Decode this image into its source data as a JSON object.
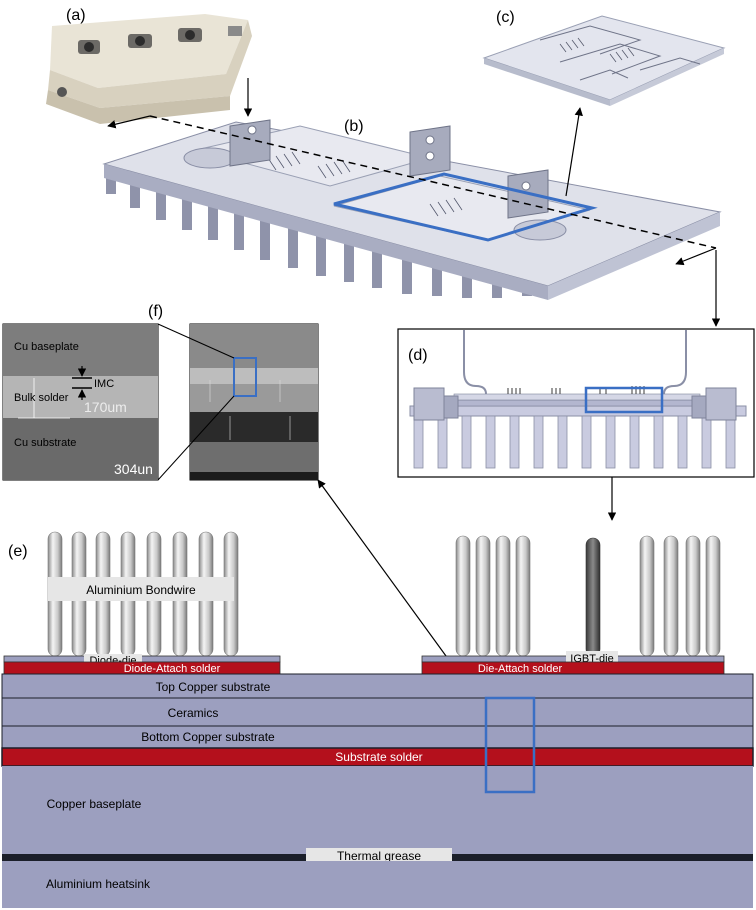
{
  "panels": {
    "a": "(a)",
    "b": "(b)",
    "c": "(c)",
    "d": "(d)",
    "e": "(e)",
    "f": "(f)"
  },
  "sem_closeup": {
    "cu_baseplate": "Cu baseplate",
    "imc": "IMC",
    "bulk_solder": "Bulk solder",
    "cu_substrate": "Cu substrate",
    "thickness_reading": "170um",
    "scale_reading": "304un"
  },
  "layers": {
    "bondwire": "Aluminium Bondwire",
    "diode_die": "Diode-die",
    "igbt_die": "IGBT-die",
    "diode_attach": "Diode-Attach solder",
    "die_attach": "Die-Attach solder",
    "top_copper": "Top Copper substrate",
    "ceramics": "Ceramics",
    "bottom_copper": "Bottom Copper substrate",
    "substrate_solder": "Substrate solder",
    "copper_baseplate": "Copper baseplate",
    "thermal_grease": "Thermal grease",
    "heatsink": "Aluminium heatsink"
  },
  "colors": {
    "layer_fill": "#9c9fbf",
    "solder_red": "#b4101c",
    "highlight_blue": "#3a6fc4",
    "grease_dark": "#1b1f2a",
    "label_box": "#e6e6e6"
  }
}
